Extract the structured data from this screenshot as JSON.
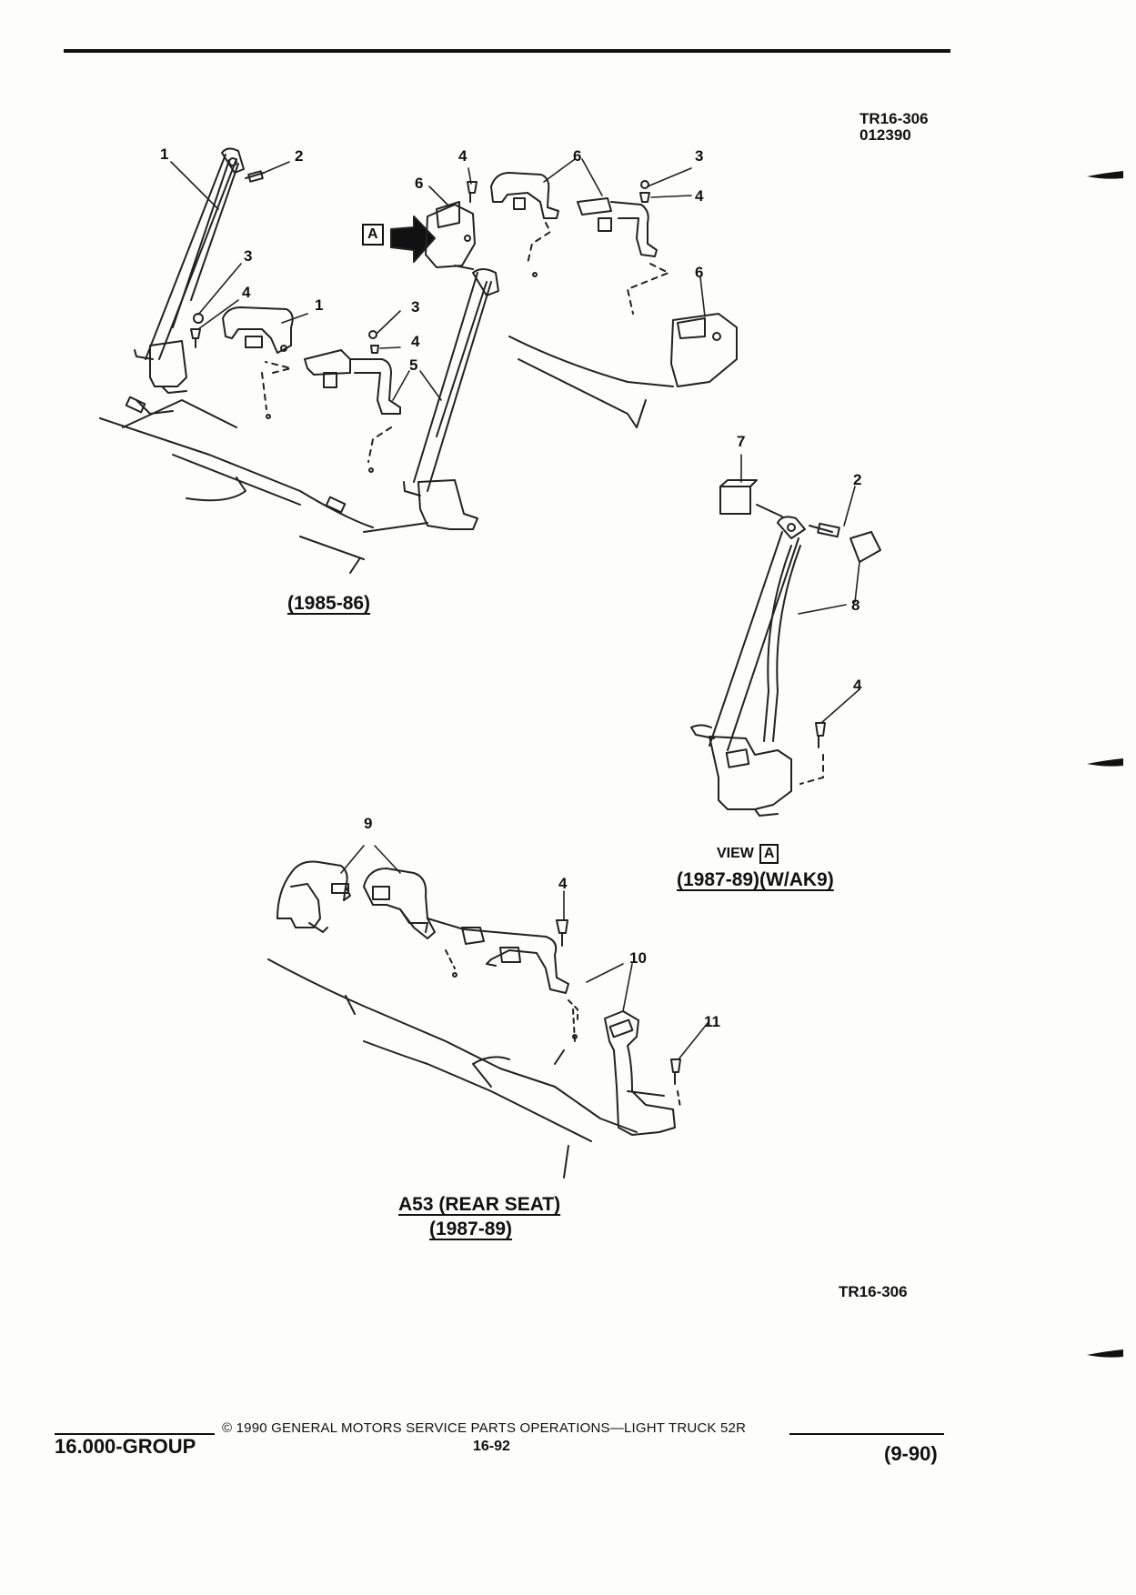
{
  "header": {
    "ref_code": "TR16-306",
    "ref_number": "012390"
  },
  "figures": {
    "top_left": {
      "caption": "(1985-86)"
    },
    "right": {
      "view_prefix": "VIEW",
      "view_letter": "A",
      "caption": "(1987-89)(W/AK9)"
    },
    "bottom": {
      "caption_line1": "A53 (REAR SEAT)",
      "caption_line2": "(1987-89)"
    },
    "callout_letter": "A"
  },
  "callouts": {
    "c1": "1",
    "c2": "2",
    "c3": "3",
    "c4": "4",
    "c5": "1",
    "c6": "3",
    "c7": "4",
    "c8": "5",
    "c9": "4",
    "c10": "6",
    "c11": "6",
    "c12": "3",
    "c13": "4",
    "c14": "6",
    "c15": "7",
    "c16": "2",
    "c17": "8",
    "c18": "4",
    "c19": "9",
    "c20": "4",
    "c21": "10",
    "c22": "11"
  },
  "bottom_ref": "TR16-306",
  "footer": {
    "group": "16.000-GROUP",
    "copyright": "© 1990 GENERAL MOTORS SERVICE PARTS OPERATIONS—LIGHT TRUCK 52R",
    "page": "16-92",
    "date": "(9-90)"
  }
}
